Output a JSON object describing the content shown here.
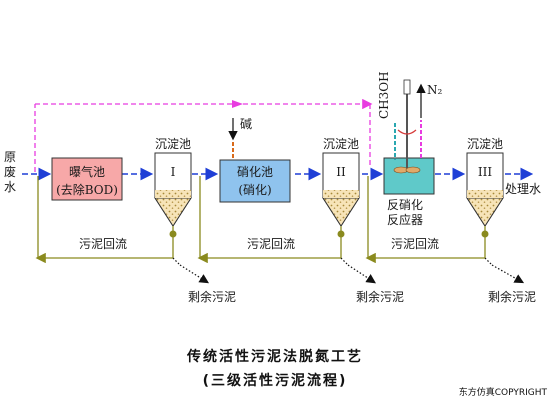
{
  "inlet": {
    "line1": "原",
    "line2": "废",
    "line3": "水"
  },
  "outlet_label": "处理水",
  "aeration_tank": {
    "name": "曝气池",
    "function": "(去除BOD)"
  },
  "nitrification_tank": {
    "name": "硝化池",
    "function": "(硝化)"
  },
  "clarifiers": [
    {
      "title": "沉淀池",
      "numeral": "I"
    },
    {
      "title": "沉淀池",
      "numeral": "II"
    },
    {
      "title": "沉淀池",
      "numeral": "III"
    }
  ],
  "alkali_label": "碱",
  "reactor_label_line1": "反硝化",
  "reactor_label_line2": "反应器",
  "methanol_label": "CH3OH",
  "nitrogen_label": "N₂",
  "sludge_return_label": "污泥回流",
  "excess_sludge_label": "剩余污泥",
  "title_line1": "传统活性污泥法脱氮工艺",
  "title_line2": "(三级活性污泥流程)",
  "copyright": "东方仿真COPYRIGHT",
  "colors": {
    "flow_blue": "#1f3fd6",
    "bypass_magenta": "#e83ce0",
    "sludge_olive": "#8a8a1e",
    "aeration_fill": "#f7a8a8",
    "nitrification_fill": "#8fc3ee",
    "reactor_fill": "#5fc9c9",
    "clarifier_fill": "#f7e4b8",
    "alkali_line": "#d96a1a",
    "methanol_line": "#2aa7b0"
  }
}
